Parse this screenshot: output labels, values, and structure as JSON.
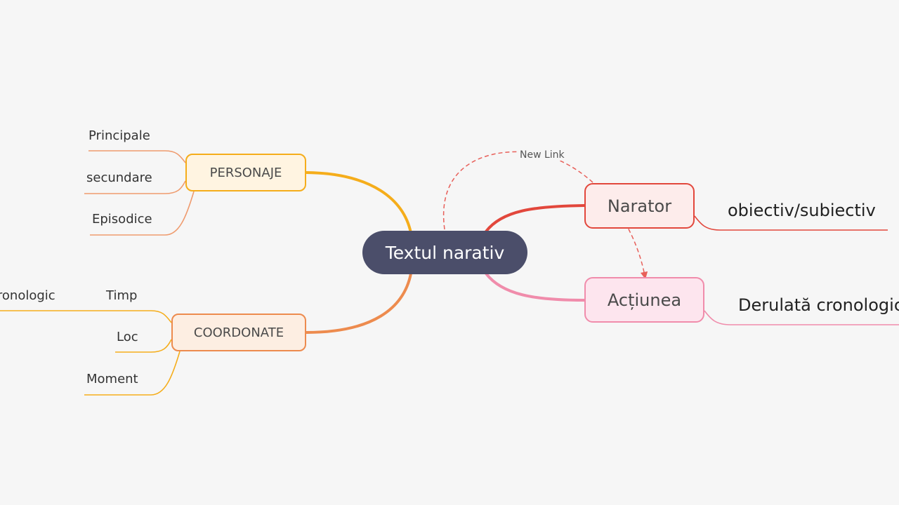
{
  "root": {
    "label": "Textul narativ"
  },
  "branches": {
    "personaje": {
      "label": "PERSONAJE",
      "children": [
        "Principale",
        "secundare",
        "Episodice"
      ]
    },
    "coordonate": {
      "label": "COORDONATE",
      "children": [
        "Timp",
        "Loc",
        "Moment"
      ],
      "sub": "cronologic"
    },
    "narator": {
      "label": "Narator",
      "child": "obiectiv/subiectiv"
    },
    "actiunea": {
      "label": "Acțiunea",
      "child": "Derulată cronologic"
    }
  },
  "relationship": {
    "label": "New Link"
  },
  "colors": {
    "background": "#f6f6f6",
    "root": "#4b4e6a",
    "personaje": "#f5ad1b",
    "coordonate": "#ed8b4e",
    "narator": "#e2473c",
    "actiunea": "#f08cab",
    "link": "#e8605a"
  }
}
